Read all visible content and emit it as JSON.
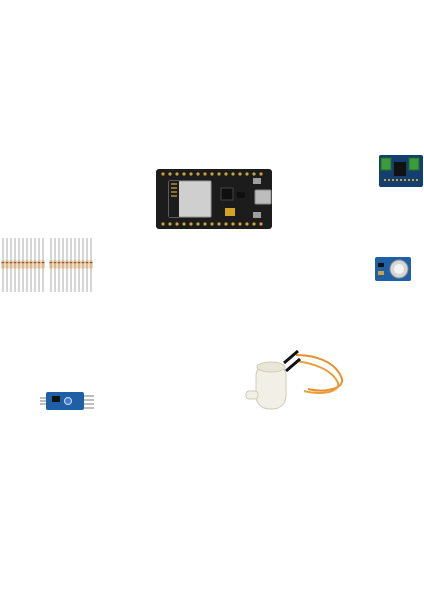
{
  "scene": {
    "background": "#ffffff",
    "items": [
      {
        "name": "nodemcu-esp8266-board",
        "kind": "microcontroller"
      },
      {
        "name": "motor-driver-module",
        "kind": "module"
      },
      {
        "name": "resistor-strip",
        "kind": "passive",
        "count": 22
      },
      {
        "name": "gas-sensor-module",
        "kind": "sensor"
      },
      {
        "name": "soil-sensor-module",
        "kind": "sensor"
      },
      {
        "name": "mini-water-pump",
        "kind": "actuator"
      }
    ]
  },
  "colors": {
    "pcb_black": "#1c1c1c",
    "pcb_blue": "#1f5fa6",
    "pcb_dark_blue": "#123f6e",
    "green_terminal": "#3b9a3b",
    "gold": "#c9a43a",
    "resistor_body": "#d8b98c",
    "wire_orange": "#e8902a",
    "pump_body": "#f2f0e6"
  }
}
